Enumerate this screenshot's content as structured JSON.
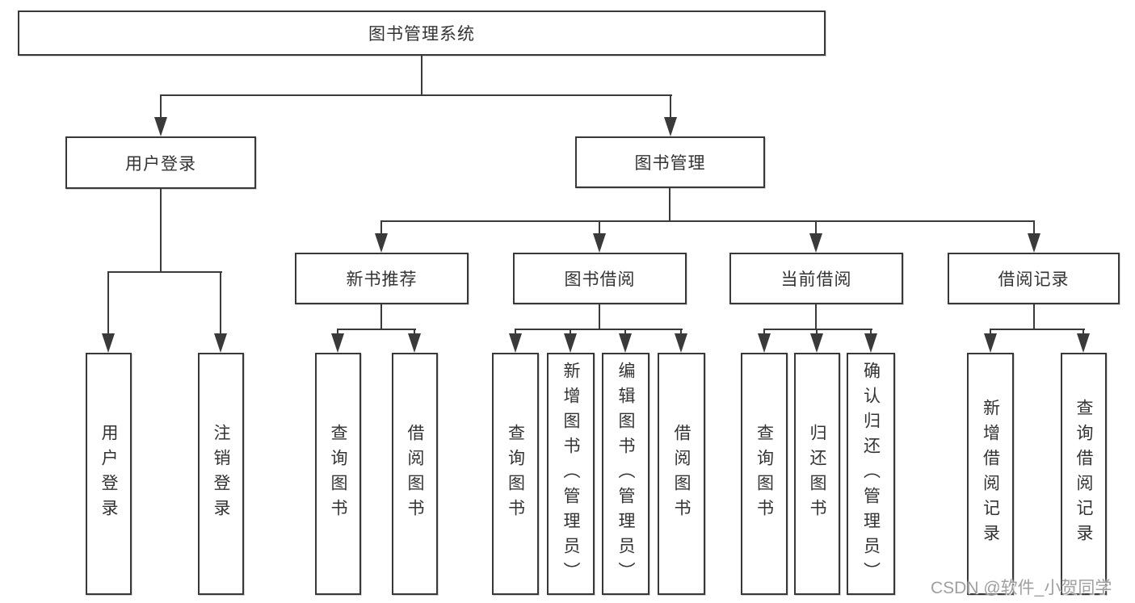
{
  "diagram": {
    "root": {
      "label": "图书管理系统"
    },
    "branches": {
      "user_login": {
        "label": "用户登录",
        "children": [
          "用户登录",
          "注销登录"
        ]
      },
      "book_management": {
        "label": "图书管理"
      }
    },
    "modules": {
      "new_book_recommend": {
        "label": "新书推荐",
        "children": [
          "查询图书",
          "借阅图书"
        ]
      },
      "book_borrow": {
        "label": "图书借阅",
        "children": [
          "查询图书",
          "新增图书（管理员）",
          "编辑图书（管理员）",
          "借阅图书"
        ]
      },
      "current_borrow": {
        "label": "当前借阅",
        "children": [
          "查询图书",
          "归还图书",
          "确认归还（管理员）"
        ]
      },
      "borrow_record": {
        "label": "借阅记录",
        "children": [
          "新增借阅记录",
          "查询借阅记录"
        ]
      }
    }
  },
  "watermark": {
    "text": "CSDN @软件_小贺同学"
  },
  "colors": {
    "line": "#3a3a3a",
    "box_border": "#383838",
    "box_fill": "#ffffff",
    "text": "#333333",
    "watermark": "#9f9f9f",
    "background": "#ffffff"
  }
}
